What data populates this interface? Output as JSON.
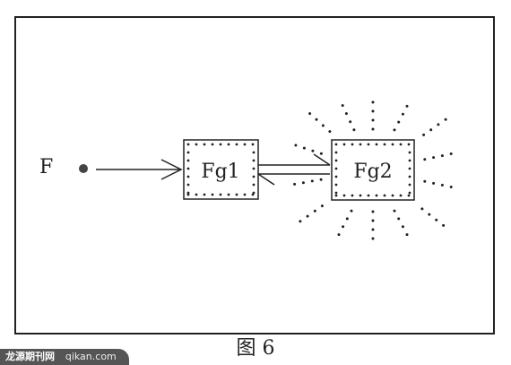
{
  "diagram": {
    "source_label": "F",
    "node1_label": "Fg1",
    "node2_label": "Fg2"
  },
  "caption": "图 6",
  "watermark": {
    "brand": "龙源期刊网",
    "domain": "qikan.com"
  }
}
